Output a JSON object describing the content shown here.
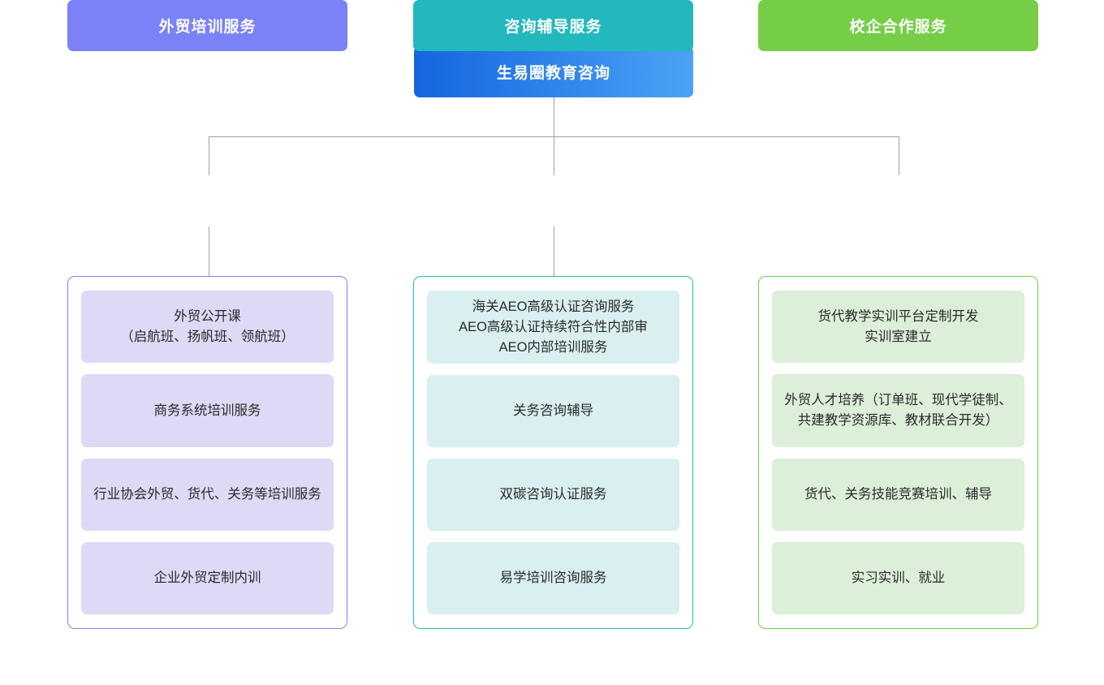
{
  "chart_data": {
    "type": "diagram",
    "title": "生易圈教育咨询",
    "diagram_kind": "organizational-tree",
    "levels": 3
  },
  "root": {
    "label": "生易圈教育咨询",
    "gradient_start": "#1565e0",
    "gradient_end": "#4aa3f5"
  },
  "connector_color": "#9aa3ab",
  "branches": [
    {
      "label": "外贸培训服务",
      "header_color": "#7b81f7",
      "border_color": "#7b81f7",
      "card_color": "#ded9f5",
      "has_connector": true,
      "items": [
        "外贸公开课\n（启航班、扬帆班、领航班）",
        "商务系统培训服务",
        "行业协会外贸、货代、关务等培训服务",
        "企业外贸定制内训"
      ]
    },
    {
      "label": "咨询辅导服务",
      "header_color": "#22b8bd",
      "border_color": "#22b8bd",
      "card_color": "#d9eff0",
      "has_connector": true,
      "items": [
        "海关AEO高级认证咨询服务\nAEO高级认证持续符合性内部审\nAEO内部培训服务",
        "关务咨询辅导",
        "双碳咨询认证服务",
        "易学培训咨询服务"
      ]
    },
    {
      "label": "校企合作服务",
      "header_color": "#76ce47",
      "border_color": "#76ce47",
      "card_color": "#dcefd9",
      "has_connector": false,
      "items": [
        "货代教学实训平台定制开发\n实训室建立",
        "外贸人才培养（订单班、现代学徒制、共建教学资源库、教材联合开发）",
        "货代、关务技能竞赛培训、辅导",
        "实习实训、就业"
      ]
    }
  ]
}
